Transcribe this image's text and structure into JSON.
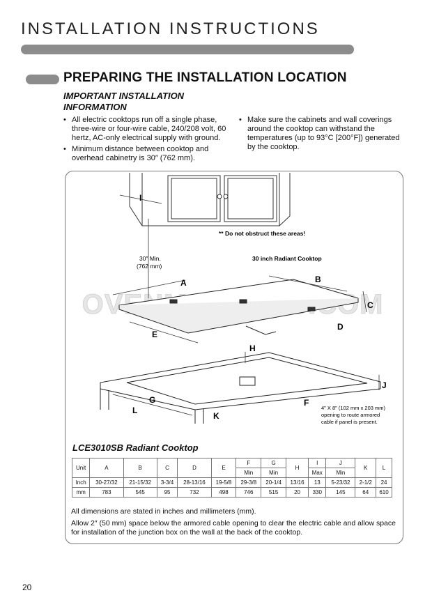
{
  "header": {
    "title": "INSTALLATION INSTRUCTIONS"
  },
  "section": {
    "title": "PREPARING THE INSTALLATION LOCATION",
    "subtitle": "IMPORTANT INSTALLATION INFORMATION"
  },
  "bullets_left": [
    "All electric cooktops run off a single phase, three-wire or four-wire cable, 240/208 volt, 60 hertz, AC-only electrical supply with ground.",
    "Minimum distance between cooktop and overhead cabinetry is 30″ (762 mm)."
  ],
  "bullets_right": [
    "Make sure the cabinets and wall coverings around the cooktop can withstand the temperatures (up to 93°C [200°F]) generated by the cooktop."
  ],
  "diagram": {
    "label_I": "I",
    "warning": "** Do not obstruct these areas!",
    "min_line1": "30″ Min.",
    "min_line2": "(762 mm)",
    "cooktop_label": "30 inch Radiant Cooktop",
    "label_A": "A",
    "label_B": "B",
    "label_C": "C",
    "label_D": "D",
    "label_E": "E",
    "label_H": "H",
    "label_J": "J",
    "label_G": "G",
    "label_F": "F",
    "label_L": "L",
    "label_K": "K",
    "opening_line1": "4\" X 8\" (102 mm x 203 mm)",
    "opening_line2": "opening to route armored",
    "opening_line3": "cable if panel is present.",
    "watermark": "OVENMANUALS.COM"
  },
  "table": {
    "title": "LCE3010SB Radiant Cooktop",
    "header": [
      "Unit",
      "A",
      "B",
      "C",
      "D",
      "E",
      "F",
      "G",
      "H",
      "I",
      "J",
      "K",
      "L"
    ],
    "subheader": {
      "F": "Min",
      "G": "Min",
      "I": "Max",
      "J": "Min"
    },
    "rows": [
      [
        "Inch",
        "30-27/32",
        "21-15/32",
        "3-3/4",
        "28-13/16",
        "19-5/8",
        "29-3/8",
        "20-1/4",
        "13/16",
        "13",
        "5-23/32",
        "2-1/2",
        "24"
      ],
      [
        "mm",
        "783",
        "545",
        "95",
        "732",
        "498",
        "746",
        "515",
        "20",
        "330",
        "145",
        "64",
        "610"
      ]
    ]
  },
  "notes": [
    "All dimensions are stated in inches and millimeters (mm).",
    "Allow 2″ (50 mm) space below the armored cable opening to clear the electric cable and allow space for installation of the junction box on the wall at the back of the cooktop."
  ],
  "page_number": "20"
}
